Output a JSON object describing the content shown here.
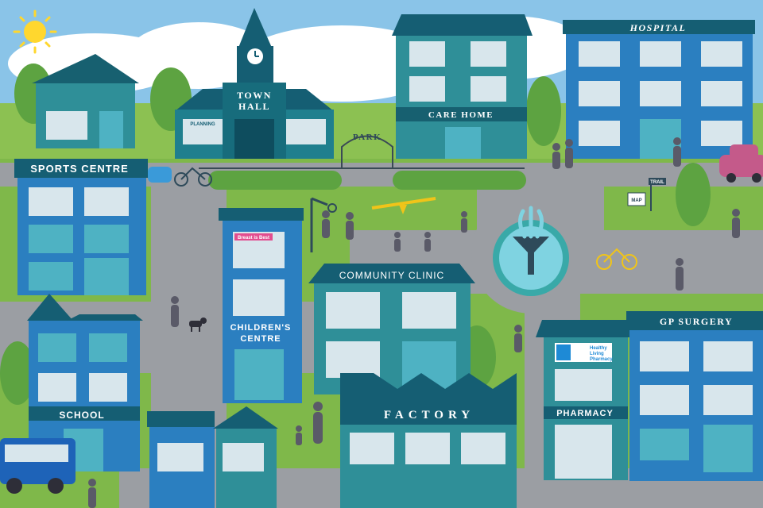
{
  "signs": {
    "town_hall_line1": "TOWN",
    "town_hall_line2": "HALL",
    "planning": "PLANNING",
    "park": "PARK",
    "care_home": "CARE HOME",
    "hospital": "HOSPITAL",
    "sports_centre": "SPORTS CENTRE",
    "community_clinic": "COMMUNITY CLINIC",
    "childrens_centre_line1": "CHILDREN'S",
    "childrens_centre_line2": "CENTRE",
    "breast_is_best": "Breast is Best",
    "school": "SCHOOL",
    "factory": "FACTORY",
    "pharmacy": "PHARMACY",
    "healthy_living_line1": "Healthy",
    "healthy_living_line2": "Living",
    "healthy_living_line3": "Pharmacy",
    "gp_surgery": "GP SURGERY",
    "map": "MAP",
    "trail": "TRAIL"
  },
  "icons": [
    "sun-icon",
    "clock-icon",
    "fountain-icon",
    "basketball-hoop-icon",
    "seesaw-icon",
    "bicycle-icon",
    "car-icon",
    "bus-icon",
    "dog-icon",
    "tree-icon"
  ],
  "colors": {
    "sky": "#8ac4e8",
    "grass": "#8cc152",
    "road": "#9b9ea3",
    "building_teal": "#1f8a8f",
    "building_blue": "#2b7fc0",
    "building_dark": "#155e73",
    "sun": "#ffd72e"
  }
}
